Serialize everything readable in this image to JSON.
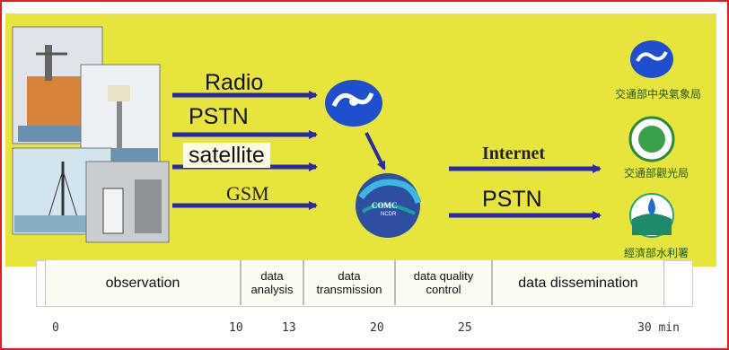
{
  "channels_in": {
    "radio": "Radio",
    "pstn": "PSTN",
    "satellite": "satellite",
    "gsm": "GSM"
  },
  "channels_out": {
    "internet": "Internet",
    "pstn": "PSTN"
  },
  "center_logo_text": {
    "line1": "COMC",
    "line2": "NCDR"
  },
  "agencies": [
    "交通部中央氣象局",
    "交通部觀光局",
    "經濟部水利署"
  ],
  "stages": [
    {
      "label": "observation"
    },
    {
      "label": "data\nanalysis"
    },
    {
      "label": "data\ntransmission"
    },
    {
      "label": "data quality\ncontrol"
    },
    {
      "label": "data dissemination"
    }
  ],
  "timeline_ticks": [
    "0",
    "10",
    "13",
    "20",
    "25",
    "30 min"
  ],
  "colors": {
    "panel": "#e7e43c",
    "arrow": "#2a2aa8",
    "frame": "#e02020"
  }
}
